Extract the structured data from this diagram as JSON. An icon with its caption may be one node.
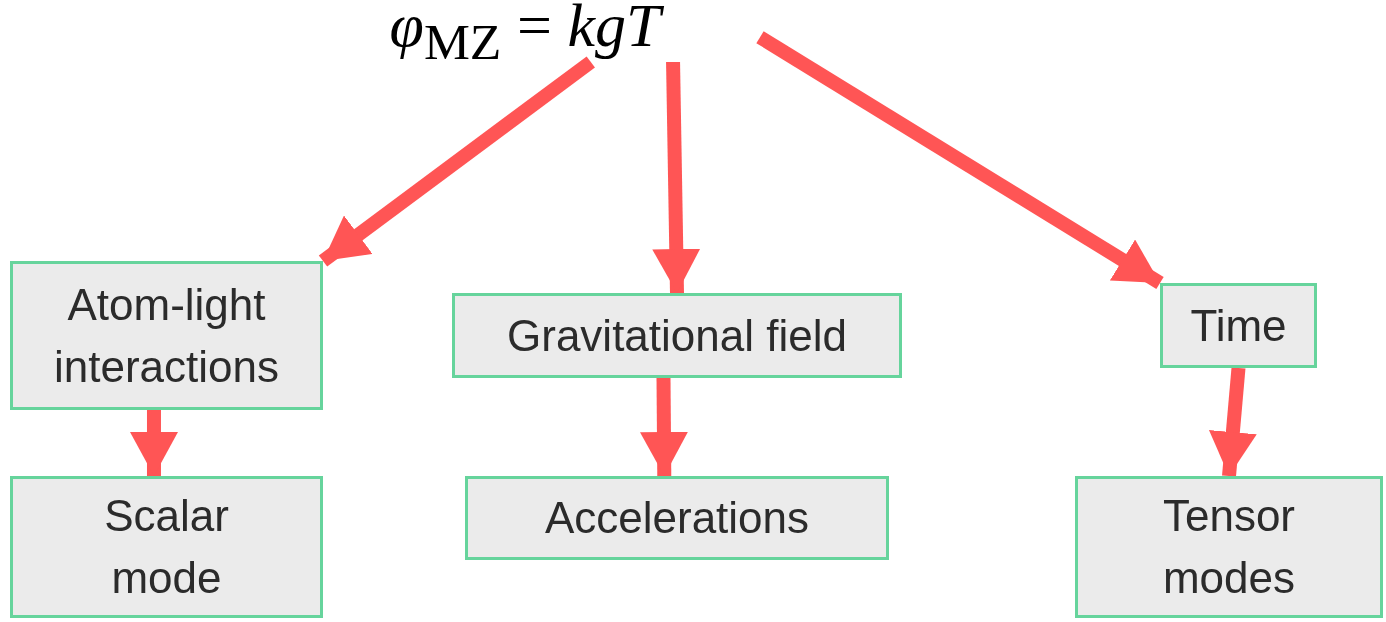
{
  "diagram": {
    "nodes": [
      {
        "text": [
          "*φ*$_{MZ}$ = *kgT*"
        ]
      },
      {
        "text": [
          "Atom-light interactions"
        ]
      },
      {
        "text": [
          "Gravitational field"
        ]
      },
      {
        "text": [
          "Time"
        ]
      },
      {
        "text": [
          "Scalar mode"
        ]
      },
      {
        "text": [
          "Accelerations"
        ]
      },
      {
        "text": [
          "Tensor modes"
        ]
      }
    ],
    "edges": [
      {
        "from": 0,
        "to": 1,
        "arrow": "to"
      },
      {
        "from": 0,
        "to": 2,
        "arrow": "to"
      },
      {
        "from": 0,
        "to": 3,
        "arrow": "to"
      },
      {
        "from": 1,
        "to": 4,
        "arrow": "to"
      },
      {
        "from": 2,
        "to": 5,
        "arrow": "to"
      },
      {
        "from": 3,
        "to": 6,
        "arrow": "to"
      }
    ]
  }
}
